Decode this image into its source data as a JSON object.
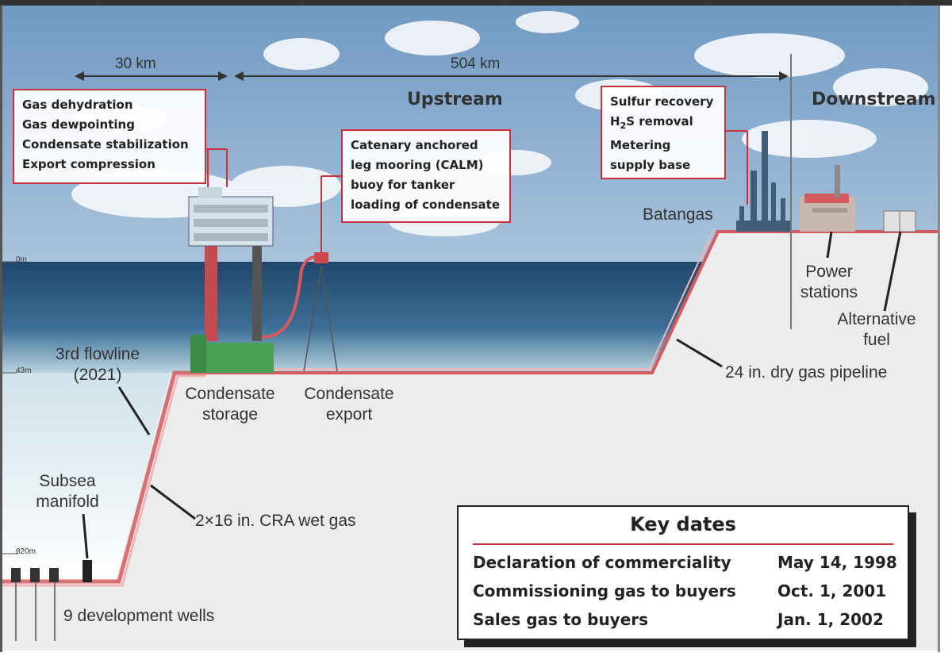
{
  "distances": {
    "first": "30 km",
    "second": "504 km"
  },
  "headings": {
    "upstream": "Upstream",
    "downstream": "Downstream"
  },
  "platform_box": [
    "Gas dehydration",
    "Gas dewpointing",
    "Condensate stabilization",
    "Export compression"
  ],
  "calm_box": [
    "Catenary anchored",
    "leg mooring (CALM)",
    "buoy for tanker",
    "loading of condensate"
  ],
  "onshore_box": {
    "line1": "Sulfur recovery",
    "line2_prefix": "H",
    "line2_sub": "2",
    "line2_suffix": "S removal",
    "line3": "Metering",
    "line4": "supply base"
  },
  "labels": {
    "batangas": "Batangas",
    "power_stations": [
      "Power",
      "stations"
    ],
    "alternative_fuel": [
      "Alternative",
      "fuel"
    ],
    "third_flowline": [
      "3rd flowline",
      "(2021)"
    ],
    "condensate_storage": [
      "Condensate",
      "storage"
    ],
    "condensate_export": [
      "Condensate",
      "export"
    ],
    "dry_gas_pipeline": "24 in. dry gas pipeline",
    "subsea_manifold": [
      "Subsea",
      "manifold"
    ],
    "wet_gas": "2×16 in. CRA wet gas",
    "dev_wells": "9 development wells"
  },
  "depth_marks": [
    "0m",
    "43m",
    "820m"
  ],
  "key_dates": {
    "title": "Key dates",
    "rows": [
      {
        "event": "Declaration of commerciality",
        "date": "May 14, 1998"
      },
      {
        "event": "Commissioning gas to buyers",
        "date": "Oct. 1, 2001"
      },
      {
        "event": "Sales gas to buyers",
        "date": "Jan. 1, 2002"
      }
    ]
  },
  "colors": {
    "pipeline": "#d45a5f",
    "callout_border": "#c8323c",
    "storage": "#4aa055",
    "sea": "#2e5a80",
    "sky": "#7ca4c9",
    "land": "#ededed"
  }
}
